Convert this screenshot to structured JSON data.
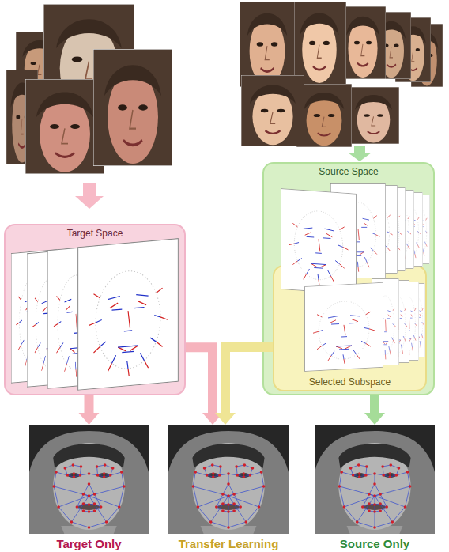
{
  "diagram": {
    "nodes": [
      {
        "text": [
          "Target Space"
        ]
      },
      {
        "text": [
          "Source Space"
        ]
      },
      {
        "text": [
          "Selected Subspace"
        ],
        "in": 1
      },
      {
        "text": [
          "Target Only"
        ]
      },
      {
        "text": [
          "Transfer Learning"
        ]
      },
      {
        "text": [
          "Source Only"
        ]
      }
    ],
    "edges": [
      {
        "from": 0,
        "to": 3,
        "arrow": "to"
      },
      {
        "from": 0,
        "to": 4,
        "arrow": "to"
      },
      {
        "from": 2,
        "to": 4,
        "arrow": "to"
      },
      {
        "from": 1,
        "to": 5,
        "arrow": "to"
      }
    ]
  }
}
